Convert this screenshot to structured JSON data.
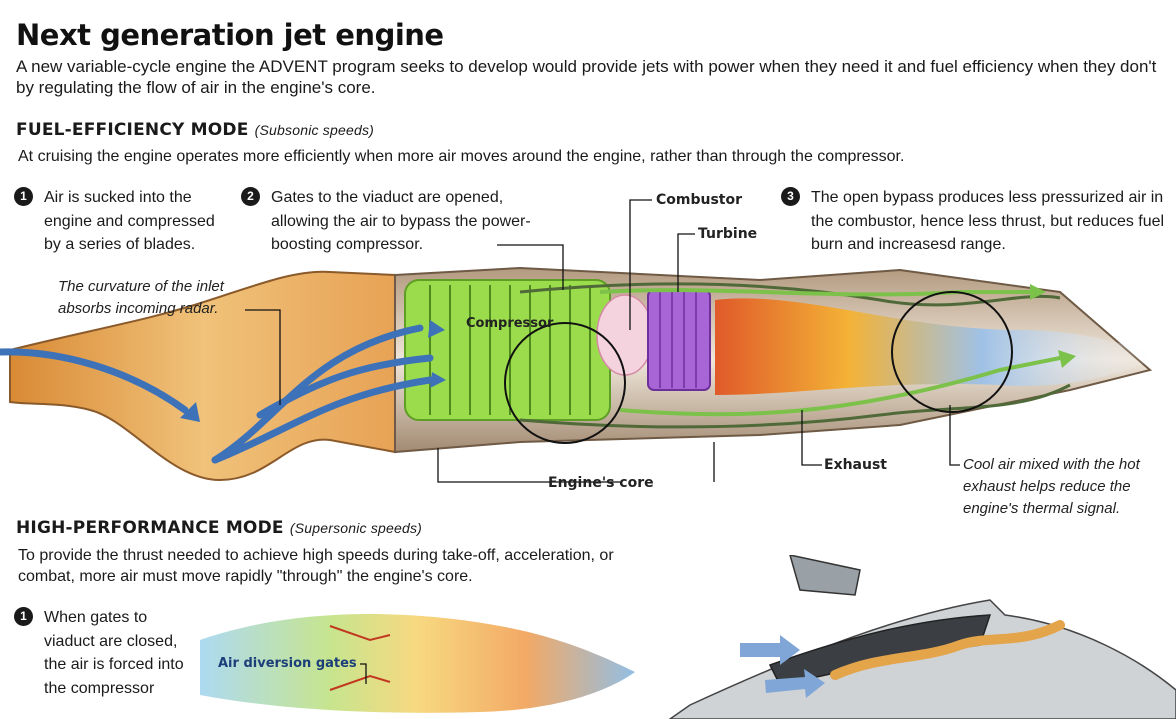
{
  "title": "Next generation jet engine",
  "intro": "A new variable-cycle engine the ADVENT program seeks to develop would provide jets with power when they need it and fuel efficiency when they don't by regulating the flow of air in the engine's core.",
  "fuel_mode": {
    "heading": "FUEL-EFFICIENCY MODE",
    "subheading": "(Subsonic speeds)",
    "description": "At cruising the engine operates more efficiently when more air moves around the engine, rather than through the compressor.",
    "steps": [
      {
        "number": "1",
        "text": "Air is sucked into the engine and compressed by a series of blades."
      },
      {
        "number": "2",
        "text": "Gates to the viaduct are opened, allowing the air to bypass the power-boosting compressor."
      },
      {
        "number": "3",
        "text": "The open bypass produces less pressurized air in the combustor, hence less thrust, but reduces fuel burn and increasesd range."
      }
    ],
    "labels": {
      "combustor": "Combustor",
      "turbine": "Turbine",
      "compressor": "Compressor",
      "engines_core": "Engine's core",
      "exhaust": "Exhaust"
    },
    "inlet_note": "The curvature of the inlet absorbs incoming radar.",
    "cool_air_note": "Cool air mixed with the hot exhaust helps reduce the engine's thermal signal."
  },
  "perf_mode": {
    "heading": "HIGH-PERFORMANCE MODE",
    "subheading": "(Supersonic speeds)",
    "description": "To provide the thrust needed to achieve high speeds during take-off, acceleration, or combat, more air must move rapidly \"through\" the engine's core.",
    "steps": [
      {
        "number": "1",
        "text": "When gates to viaduct are closed, the air is forced into the compressor"
      }
    ],
    "labels": {
      "air_diversion_gates": "Air diversion gates"
    }
  }
}
